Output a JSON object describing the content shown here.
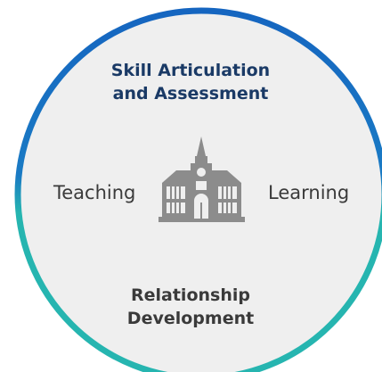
{
  "diagram": {
    "top_label": "Skill Articulation\nand Assessment",
    "bottom_label": "Relationship\nDevelopment",
    "left_label": "Teaching",
    "right_label": "Learning",
    "center_icon": "school-building-icon",
    "colors": {
      "fill": "#efefef",
      "ring_top": "#1565c0",
      "ring_bottom": "#26b5b0",
      "icon": "#8c8c8c",
      "top_text": "#1a3a66",
      "body_text": "#3a3a3a"
    }
  }
}
